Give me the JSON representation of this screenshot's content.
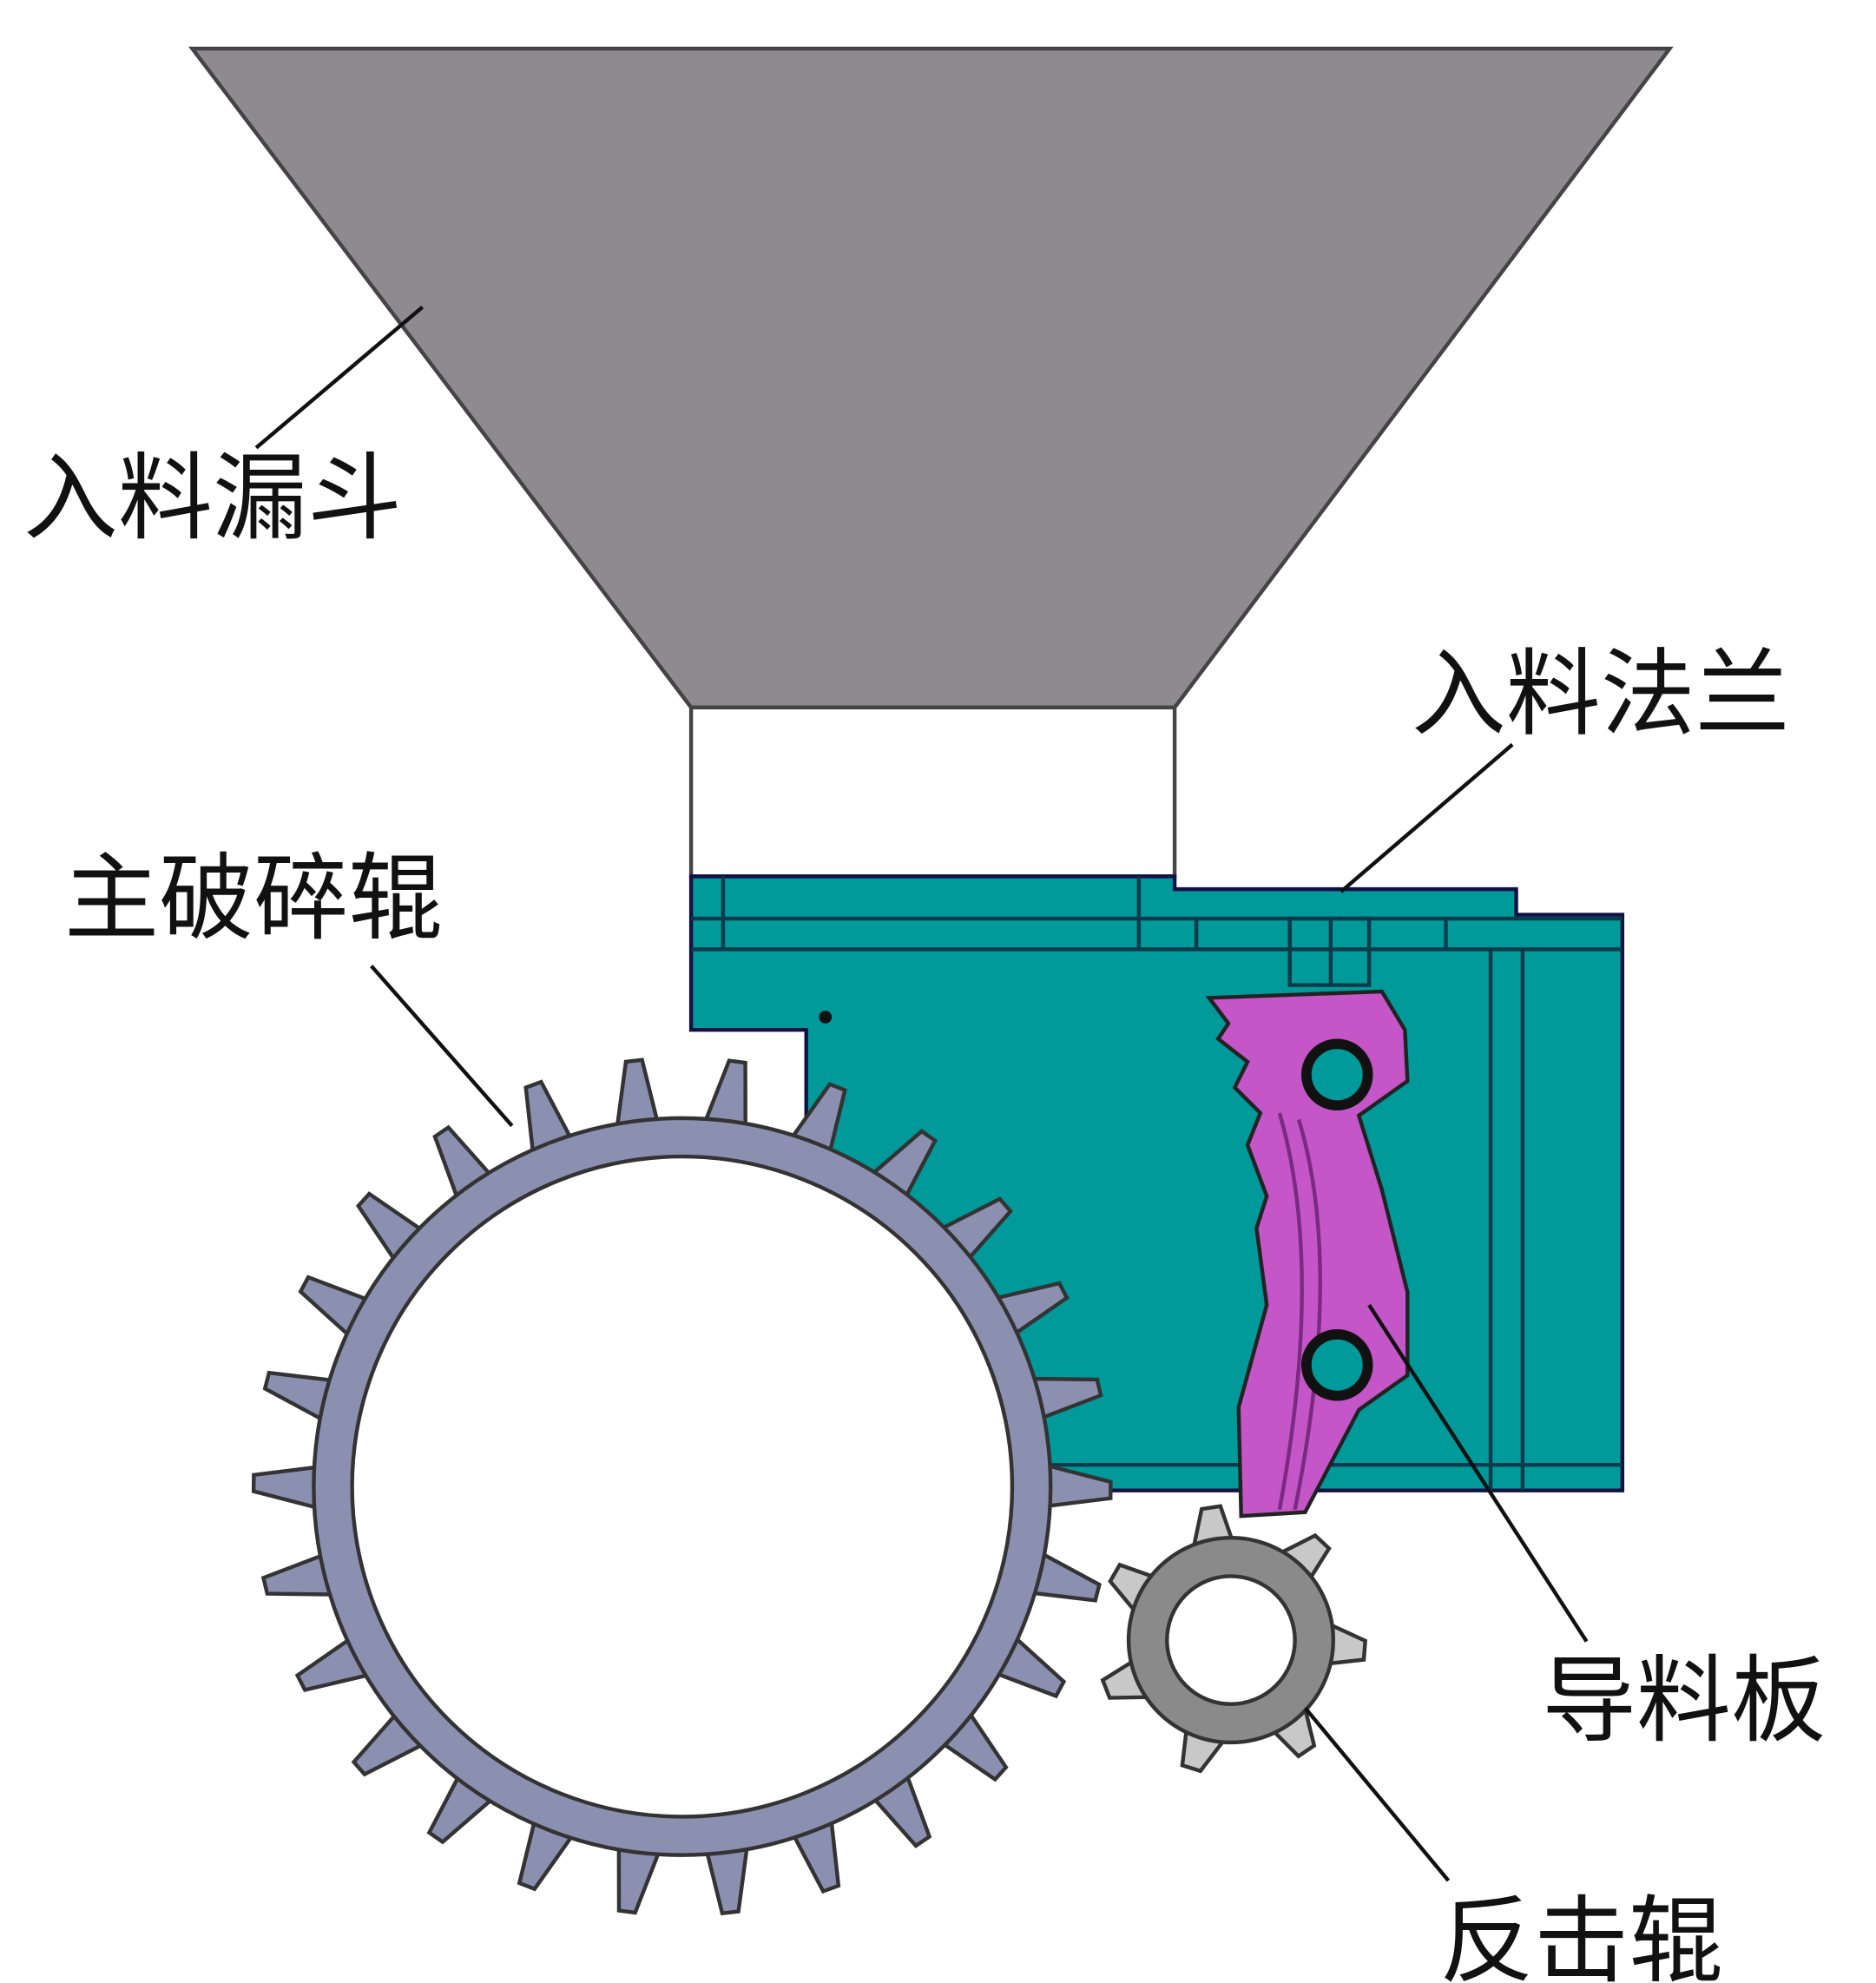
{
  "labels": {
    "hopper": "入料漏斗",
    "flange": "入料法兰",
    "main_roller": "主破碎辊",
    "guide_plate": "导料板",
    "impact_roller": "反击辊"
  },
  "colors": {
    "hopper": "#8e8a8e",
    "body": "#009a9a",
    "guide_plate": "#c456c8",
    "main_roller": "#8b90b0",
    "impact_roller": "#8a8a8a",
    "impact_teeth": "#c8c8c8"
  },
  "main_roller": {
    "tooth_count": 26
  },
  "impact_roller": {
    "tooth_count": 7
  }
}
